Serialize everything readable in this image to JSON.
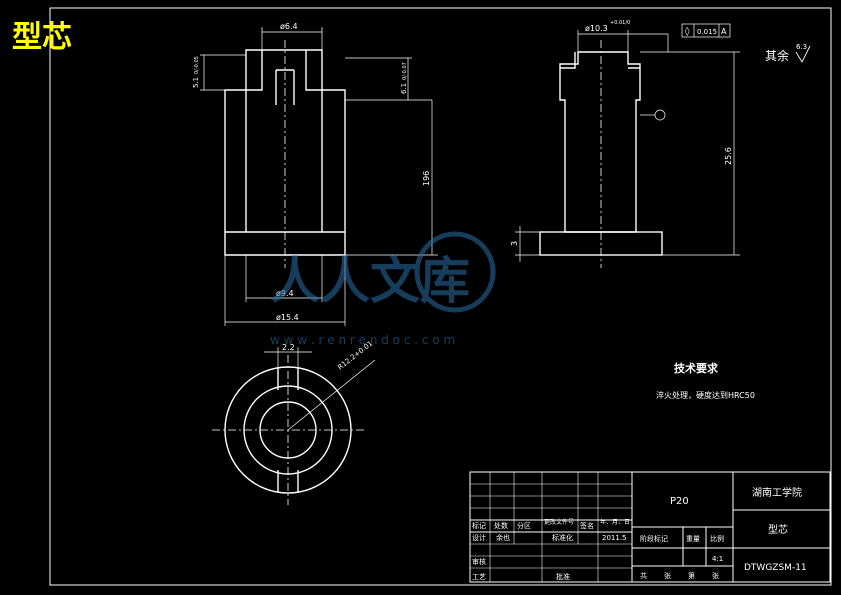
{
  "title": "型芯",
  "watermark": {
    "text": "人人文库",
    "url": "w w w . r e n r e n d o c . c o m"
  },
  "roughness_note": {
    "label": "其余",
    "value": "6.3"
  },
  "front_view": {
    "dim_top_width": "ø6.4",
    "dim_left_height": "5.1",
    "dim_left_tol": "0/-0.05",
    "dim_right_height": "6.1",
    "dim_right_tol": "0/-0.07",
    "dim_body": "196",
    "dim_shaft_dia": "ø9.4",
    "dim_base_dia": "ø15.4"
  },
  "side_view": {
    "dim_top": "ø10.3",
    "dim_top_tol": "+0.01/0",
    "geo_tol_value": "0.015",
    "geo_tol_datum": "A",
    "dim_height": "25.6",
    "dim_base": "3"
  },
  "bottom_view": {
    "dim_slot": "2.2",
    "dim_radius": "R12.2+0.01"
  },
  "tech_req": {
    "heading": "技术要求",
    "text": "淬火处理，硬度达到HRC50"
  },
  "title_block": {
    "material": "P20",
    "school": "湖南工学院",
    "part_name": "型芯",
    "drawing_no": "DTWGZSM-11",
    "scale": "4:1",
    "date": "2011.5",
    "headers": [
      "标记",
      "处数",
      "分区",
      "更改文件号",
      "签名",
      "年、月、日"
    ],
    "designer_label": "设计",
    "designer_name": "余也",
    "standard_label": "标准化",
    "review_label": "审核",
    "process_label": "工艺",
    "approve_label": "批准",
    "stage_label": "阶段标记",
    "weight_label": "重量",
    "scale_label": "比例",
    "sheet_row": [
      "共",
      "张",
      "第",
      "张"
    ]
  }
}
